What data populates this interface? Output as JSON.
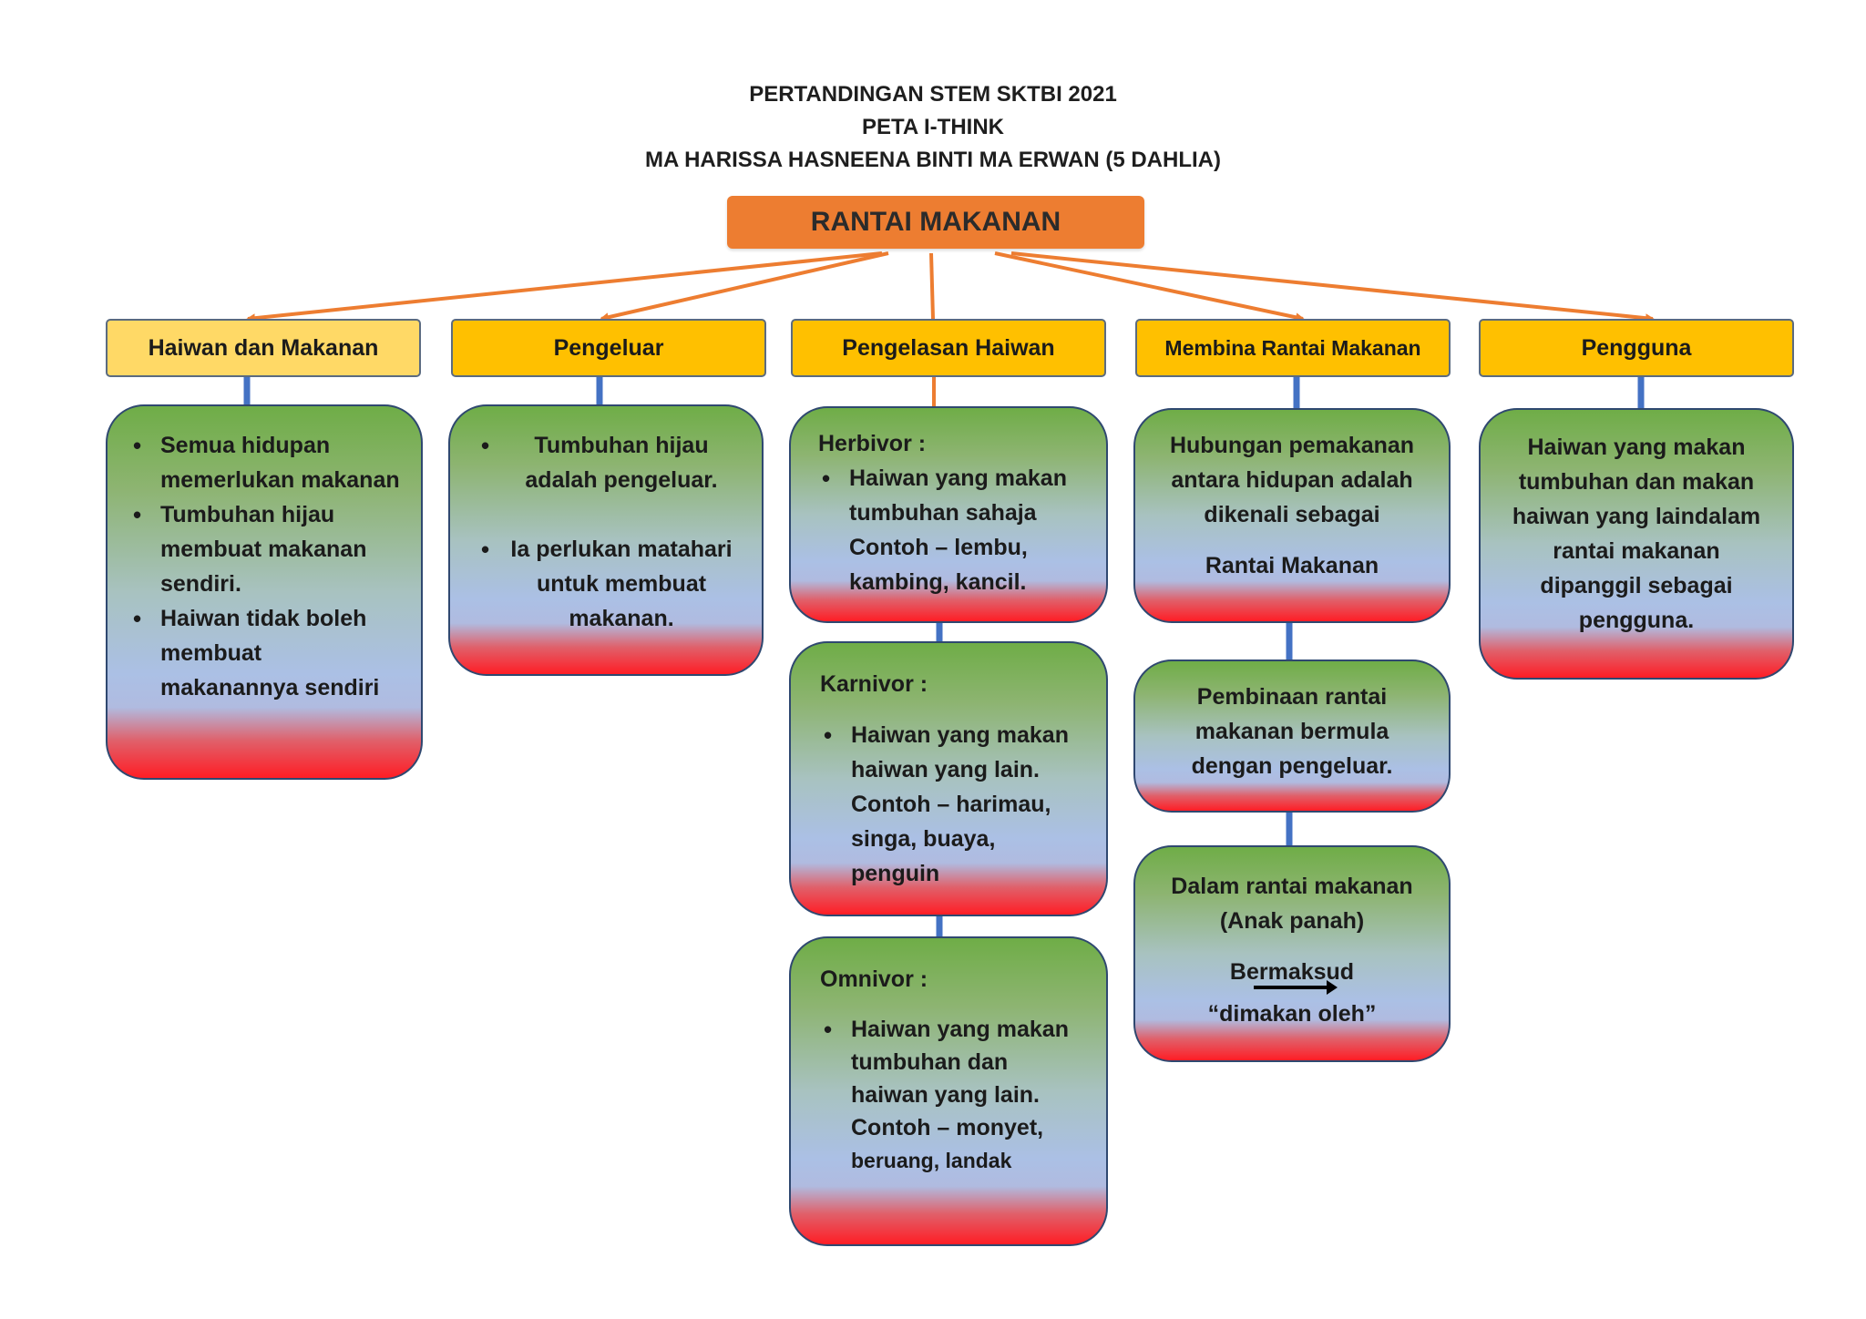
{
  "header": {
    "line1": "PERTANDINGAN STEM SKTBI 2021",
    "line2": "PETA I-THINK",
    "line3": "MA HARISSA HASNEENA BINTI MA ERWAN (5 DAHLIA)"
  },
  "root": {
    "label": "RANTAI MAKANAN"
  },
  "categories": [
    {
      "label": "Haiwan dan Makanan"
    },
    {
      "label": "Pengeluar"
    },
    {
      "label": "Pengelasan Haiwan"
    },
    {
      "label": "Membina Rantai Makanan"
    },
    {
      "label": "Pengguna"
    }
  ],
  "col1": {
    "items": [
      "Semua hidupan memerlukan makanan",
      "Tumbuhan hijau membuat makanan sendiri.",
      "Haiwan tidak boleh membuat makanannya sendiri"
    ]
  },
  "col2": {
    "items": [
      "Tumbuhan hijau adalah pengeluar.",
      "Ia perlukan matahari untuk membuat makanan."
    ]
  },
  "col3": {
    "herbivor": {
      "title": "Herbivor :",
      "text": "Haiwan yang makan tumbuhan sahaja Contoh – lembu, kambing, kancil."
    },
    "karnivor": {
      "title": "Karnivor :",
      "text": "Haiwan yang makan haiwan yang lain. Contoh – harimau, singa, buaya, penguin"
    },
    "omnivor": {
      "title": "Omnivor :",
      "text": "Haiwan yang makan tumbuhan dan haiwan yang lain.",
      "example": "Contoh – monyet,",
      "example2": "beruang, landak"
    }
  },
  "col4": {
    "box1": {
      "text": "Hubungan pemakanan antara hidupan adalah dikenali sebagai",
      "term": "Rantai Makanan"
    },
    "box2": {
      "text": "Pembinaan rantai makanan bermula dengan pengeluar."
    },
    "box3": {
      "text": "Dalam rantai makanan (Anak panah)",
      "meaning": "Bermaksud",
      "quote": "“dimakan oleh”"
    }
  },
  "col5": {
    "text": "Haiwan yang makan tumbuhan dan makan haiwan yang laindalam rantai makanan dipanggil sebagai pengguna."
  },
  "colors": {
    "root": "#ed7d31",
    "category": "#ffc000",
    "category_light": "#ffd966",
    "arrow": "#ed7d31",
    "connector": "#4472c4",
    "card_top": "#6fad47",
    "card_mid": "#abc0e5",
    "card_bottom": "#ff1d25"
  }
}
